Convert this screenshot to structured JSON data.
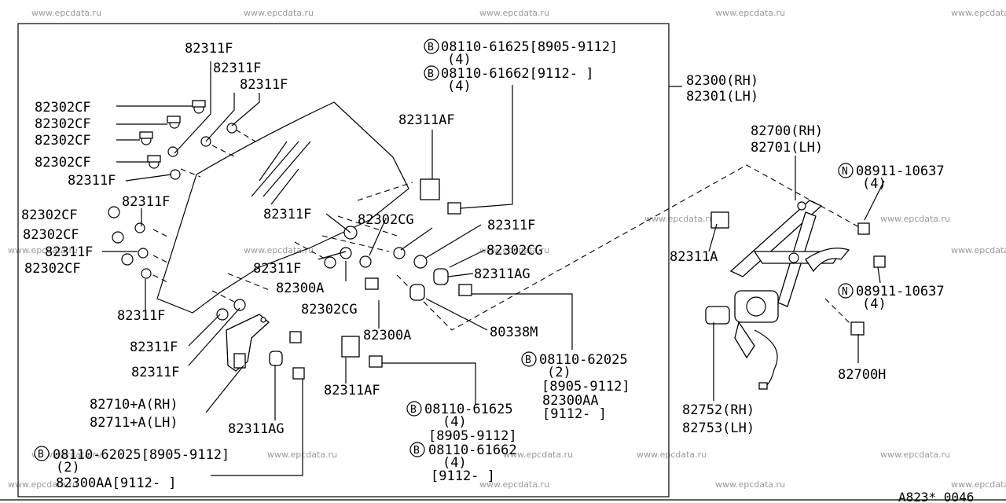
{
  "watermark": "www.epcdata.ru",
  "footer_code": "A823* 0046",
  "callouts": {
    "c_82311F_1": "82311F",
    "c_82311F_2": "82311F",
    "c_82311F_3": "82311F",
    "c_82302CF_1": "82302CF",
    "c_82302CF_2": "82302CF",
    "c_82302CF_3": "82302CF",
    "c_82302CF_4": "82302CF",
    "c_82311F_4": "82311F",
    "c_82311F_5": "82311F",
    "c_82302CF_5": "82302CF",
    "c_82302CF_6": "82302CF",
    "c_82311F_6": "82311F",
    "c_82302CF_7": "82302CF",
    "c_82311F_7": "82311F",
    "c_82311F_8": "82311F",
    "c_82311F_9": "82311F",
    "c_82710": "82710+A(RH)",
    "c_82711": "82711+A(LH)",
    "c_b_62025_a": "08110-62025[8905-9112]",
    "c_b_62025_a_q": "(2)",
    "c_82300AA_a": "82300AA[9112-   ]",
    "c_82311AG_a": "82311AG",
    "c_82311F_10": "82311F",
    "c_82300A_1": "82300A",
    "c_82302CG_1": "82302CG",
    "c_82311F_11": "82311F",
    "c_82302CG_2": "82302CG",
    "c_82300A_2": "82300A",
    "c_82311F_12": "82311F",
    "c_82302CG_3": "82302CG",
    "c_82311AG_b": "82311AG",
    "c_82311AF_1": "82311AF",
    "c_82311AF_2": "82311AF",
    "c_80338M": "80338M",
    "c_b_61625_top": "08110-61625[8905-9112]",
    "c_b_61625_top_q": "(4)",
    "c_b_61662_top": "08110-61662[9112-    ]",
    "c_b_61662_top_q": "(4)",
    "c_b_62025_b": "08110-62025",
    "c_b_62025_b_q": "(2)",
    "c_b_62025_b_d": "[8905-9112]",
    "c_82300AA_b": "82300AA",
    "c_82300AA_b_d": "[9112-  ]",
    "c_b_61625_bot": "08110-61625",
    "c_b_61625_bot_q": "(4)",
    "c_b_61625_bot_d": "[8905-9112]",
    "c_b_61662_bot": "08110-61662",
    "c_b_61662_bot_q": "(4)",
    "c_b_61662_bot_d": "[9112-    ]",
    "c_82300": "82300(RH)",
    "c_82301": "82301(LH)",
    "c_82700": "82700(RH)",
    "c_82701": "82701(LH)",
    "c_n_10637_a": "08911-10637",
    "c_n_10637_a_q": "(4)",
    "c_n_10637_b": "08911-10637",
    "c_n_10637_b_q": "(4)",
    "c_82311A": "82311A",
    "c_82700H": "82700H",
    "c_82752": "82752(RH)",
    "c_82753": "82753(LH)"
  },
  "symbols": {
    "bolt": "B",
    "nut": "N"
  }
}
